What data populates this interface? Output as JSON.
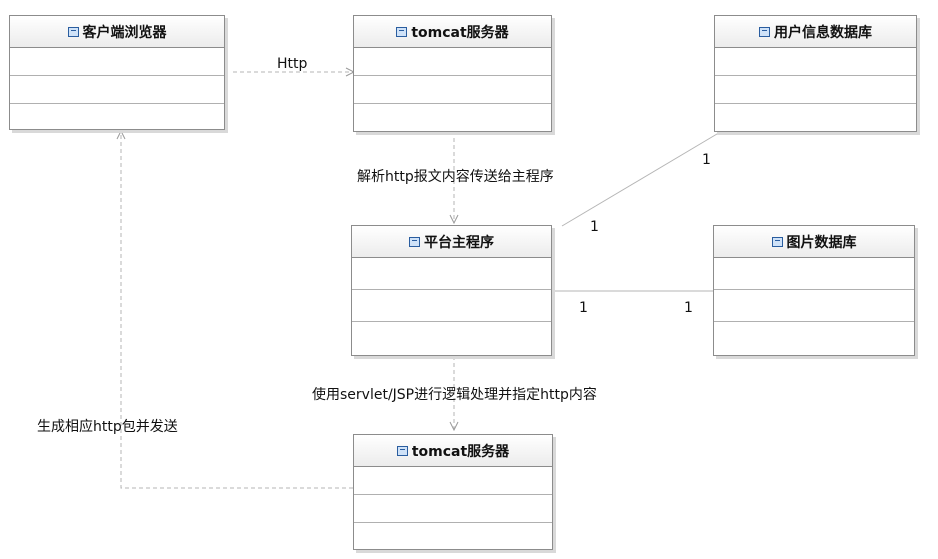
{
  "nodes": {
    "client_browser": {
      "title": "客户端浏览器"
    },
    "tomcat_top": {
      "title": "tomcat服务器"
    },
    "user_db": {
      "title": "用户信息数据库"
    },
    "main_program": {
      "title": "平台主程序"
    },
    "image_db": {
      "title": "图片数据库"
    },
    "tomcat_bottom": {
      "title": "tomcat服务器"
    }
  },
  "edges": {
    "http_label": "Http",
    "parse_label": "解析http报文内容传送给主程序",
    "servlet_label": "使用servlet/JSP进行逻辑处理并指定http内容",
    "response_label": "生成相应http包并发送",
    "userdb_mult_db": "1",
    "userdb_mult_main": "1",
    "imagedb_mult_main": "1",
    "imagedb_mult_db": "1"
  },
  "colors": {
    "line": "#b5b5b5",
    "icon": "#2a5d9f"
  }
}
